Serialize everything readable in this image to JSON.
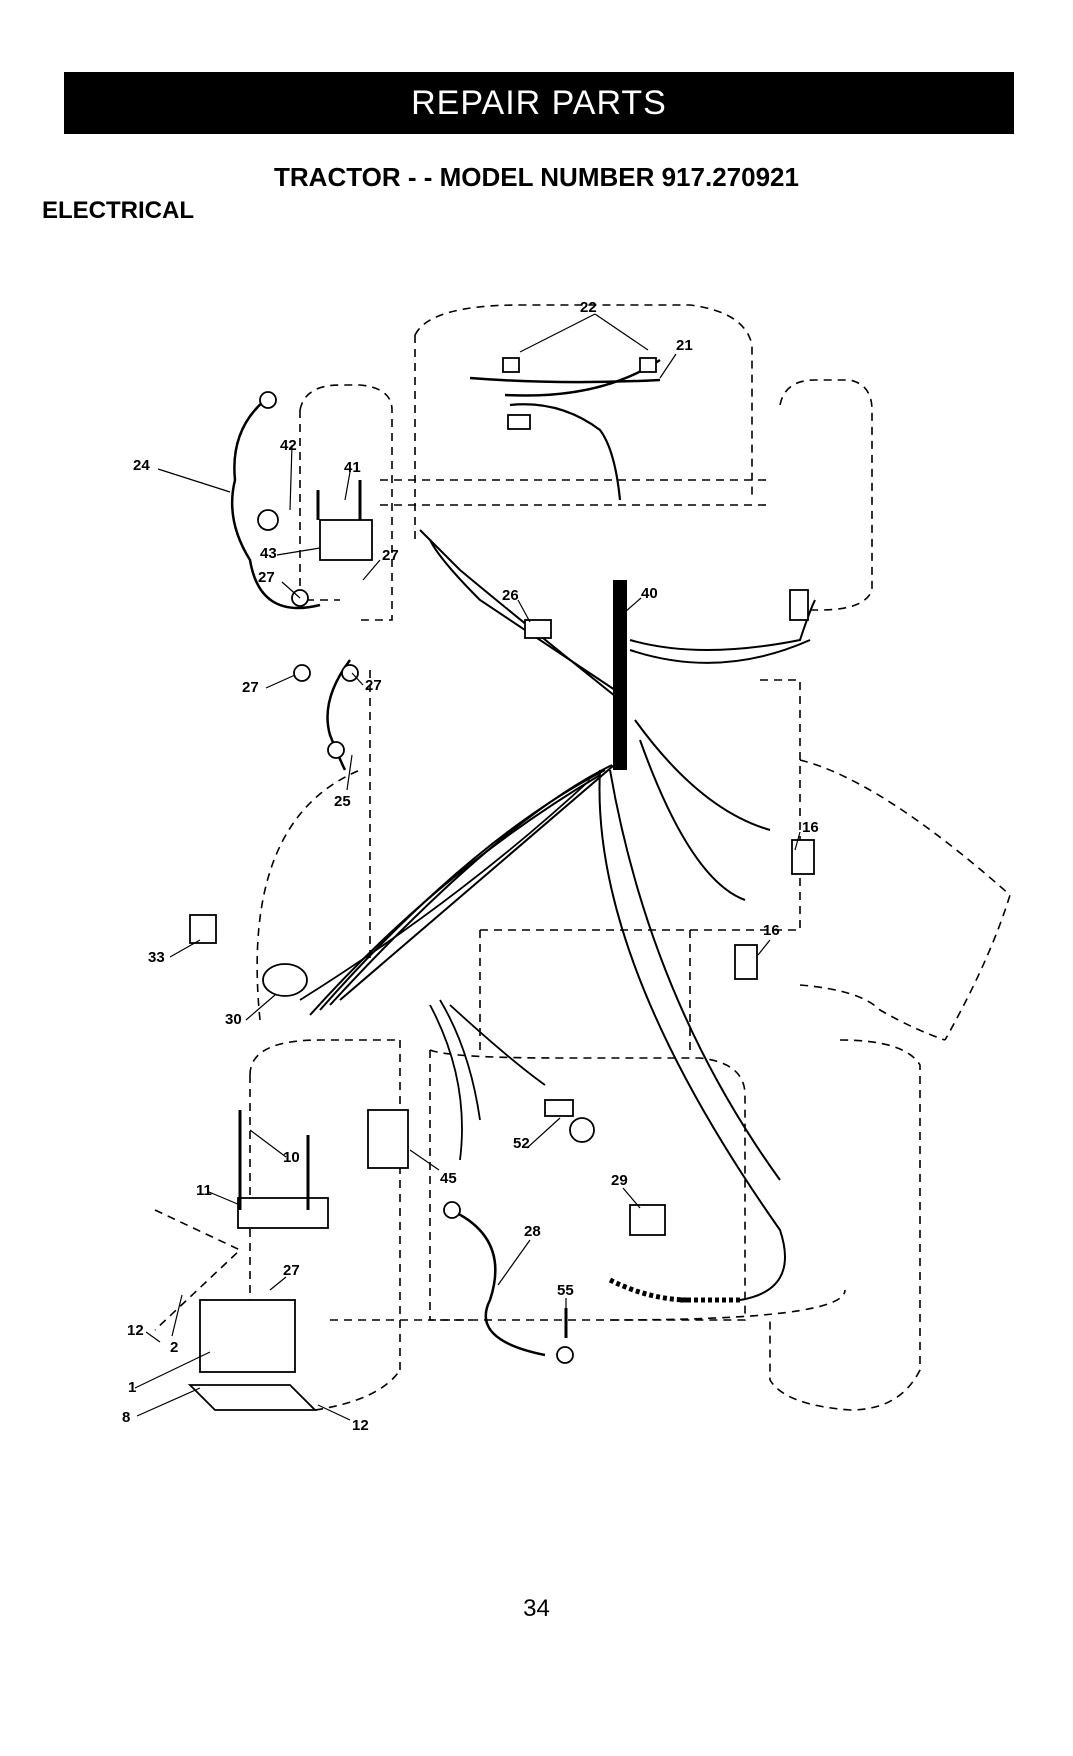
{
  "header": {
    "banner": "REPAIR PARTS"
  },
  "title": "TRACTOR - - MODEL NUMBER 917.270921",
  "section": "ELECTRICAL",
  "callouts": [
    "22",
    "21",
    "24",
    "42",
    "41",
    "43",
    "27",
    "27",
    "26",
    "40",
    "27",
    "27",
    "25",
    "16",
    "16",
    "33",
    "30",
    "10",
    "11",
    "45",
    "52",
    "29",
    "28",
    "27",
    "55",
    "12",
    "2",
    "1",
    "8",
    "12"
  ],
  "page_number": "34"
}
